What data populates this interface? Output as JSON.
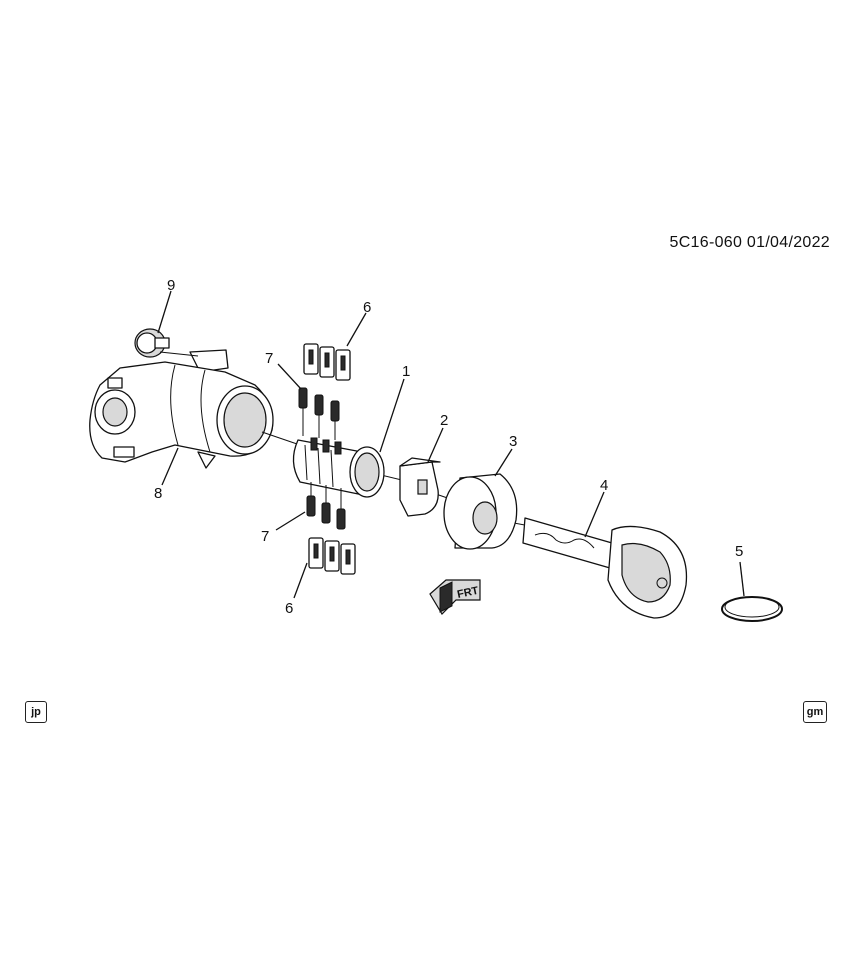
{
  "header": {
    "diagram_code": "5C16-060  01/04/2022"
  },
  "callouts": [
    {
      "id": "c1",
      "label": "1"
    },
    {
      "id": "c2",
      "label": "2"
    },
    {
      "id": "c3",
      "label": "3"
    },
    {
      "id": "c4",
      "label": "4"
    },
    {
      "id": "c5",
      "label": "5"
    },
    {
      "id": "c6a",
      "label": "6"
    },
    {
      "id": "c6b",
      "label": "6"
    },
    {
      "id": "c7a",
      "label": "7"
    },
    {
      "id": "c7b",
      "label": "7"
    },
    {
      "id": "c8",
      "label": "8"
    },
    {
      "id": "c9",
      "label": "9"
    }
  ],
  "direction_arrow": {
    "label": "FRT"
  },
  "footer": {
    "left_badge": "jp",
    "right_badge": "gm"
  }
}
